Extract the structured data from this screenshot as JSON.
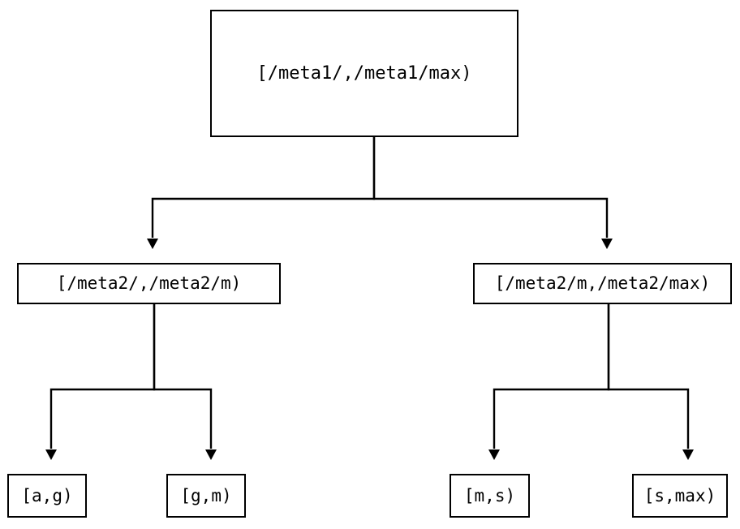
{
  "diagram": {
    "type": "tree",
    "title": "",
    "orientation": "top-down",
    "colors": {
      "background": "#ffffff",
      "stroke": "#000000",
      "node_fill": "#ffffff",
      "text": "#000000"
    },
    "nodes": {
      "root": {
        "id": "root",
        "label": "[/meta1/,/meta1/max)",
        "level": 0
      },
      "mid_left": {
        "id": "mid_left",
        "label": "[/meta2/,/meta2/m)",
        "level": 1
      },
      "mid_right": {
        "id": "mid_right",
        "label": "[/meta2/m,/meta2/max)",
        "level": 1
      },
      "leaf_ag": {
        "id": "leaf_ag",
        "label": "[a,g)",
        "level": 2
      },
      "leaf_gm": {
        "id": "leaf_gm",
        "label": "[g,m)",
        "level": 2
      },
      "leaf_ms": {
        "id": "leaf_ms",
        "label": "[m,s)",
        "level": 2
      },
      "leaf_smax": {
        "id": "leaf_smax",
        "label": "[s,max)",
        "level": 2
      }
    },
    "edges": [
      {
        "from": "root",
        "to": "mid_left",
        "arrow": "triangle-down"
      },
      {
        "from": "root",
        "to": "mid_right",
        "arrow": "triangle-down"
      },
      {
        "from": "mid_left",
        "to": "leaf_ag",
        "arrow": "triangle-down"
      },
      {
        "from": "mid_left",
        "to": "leaf_gm",
        "arrow": "triangle-down"
      },
      {
        "from": "mid_right",
        "to": "leaf_ms",
        "arrow": "triangle-down"
      },
      {
        "from": "mid_right",
        "to": "leaf_smax",
        "arrow": "triangle-down"
      }
    ]
  }
}
